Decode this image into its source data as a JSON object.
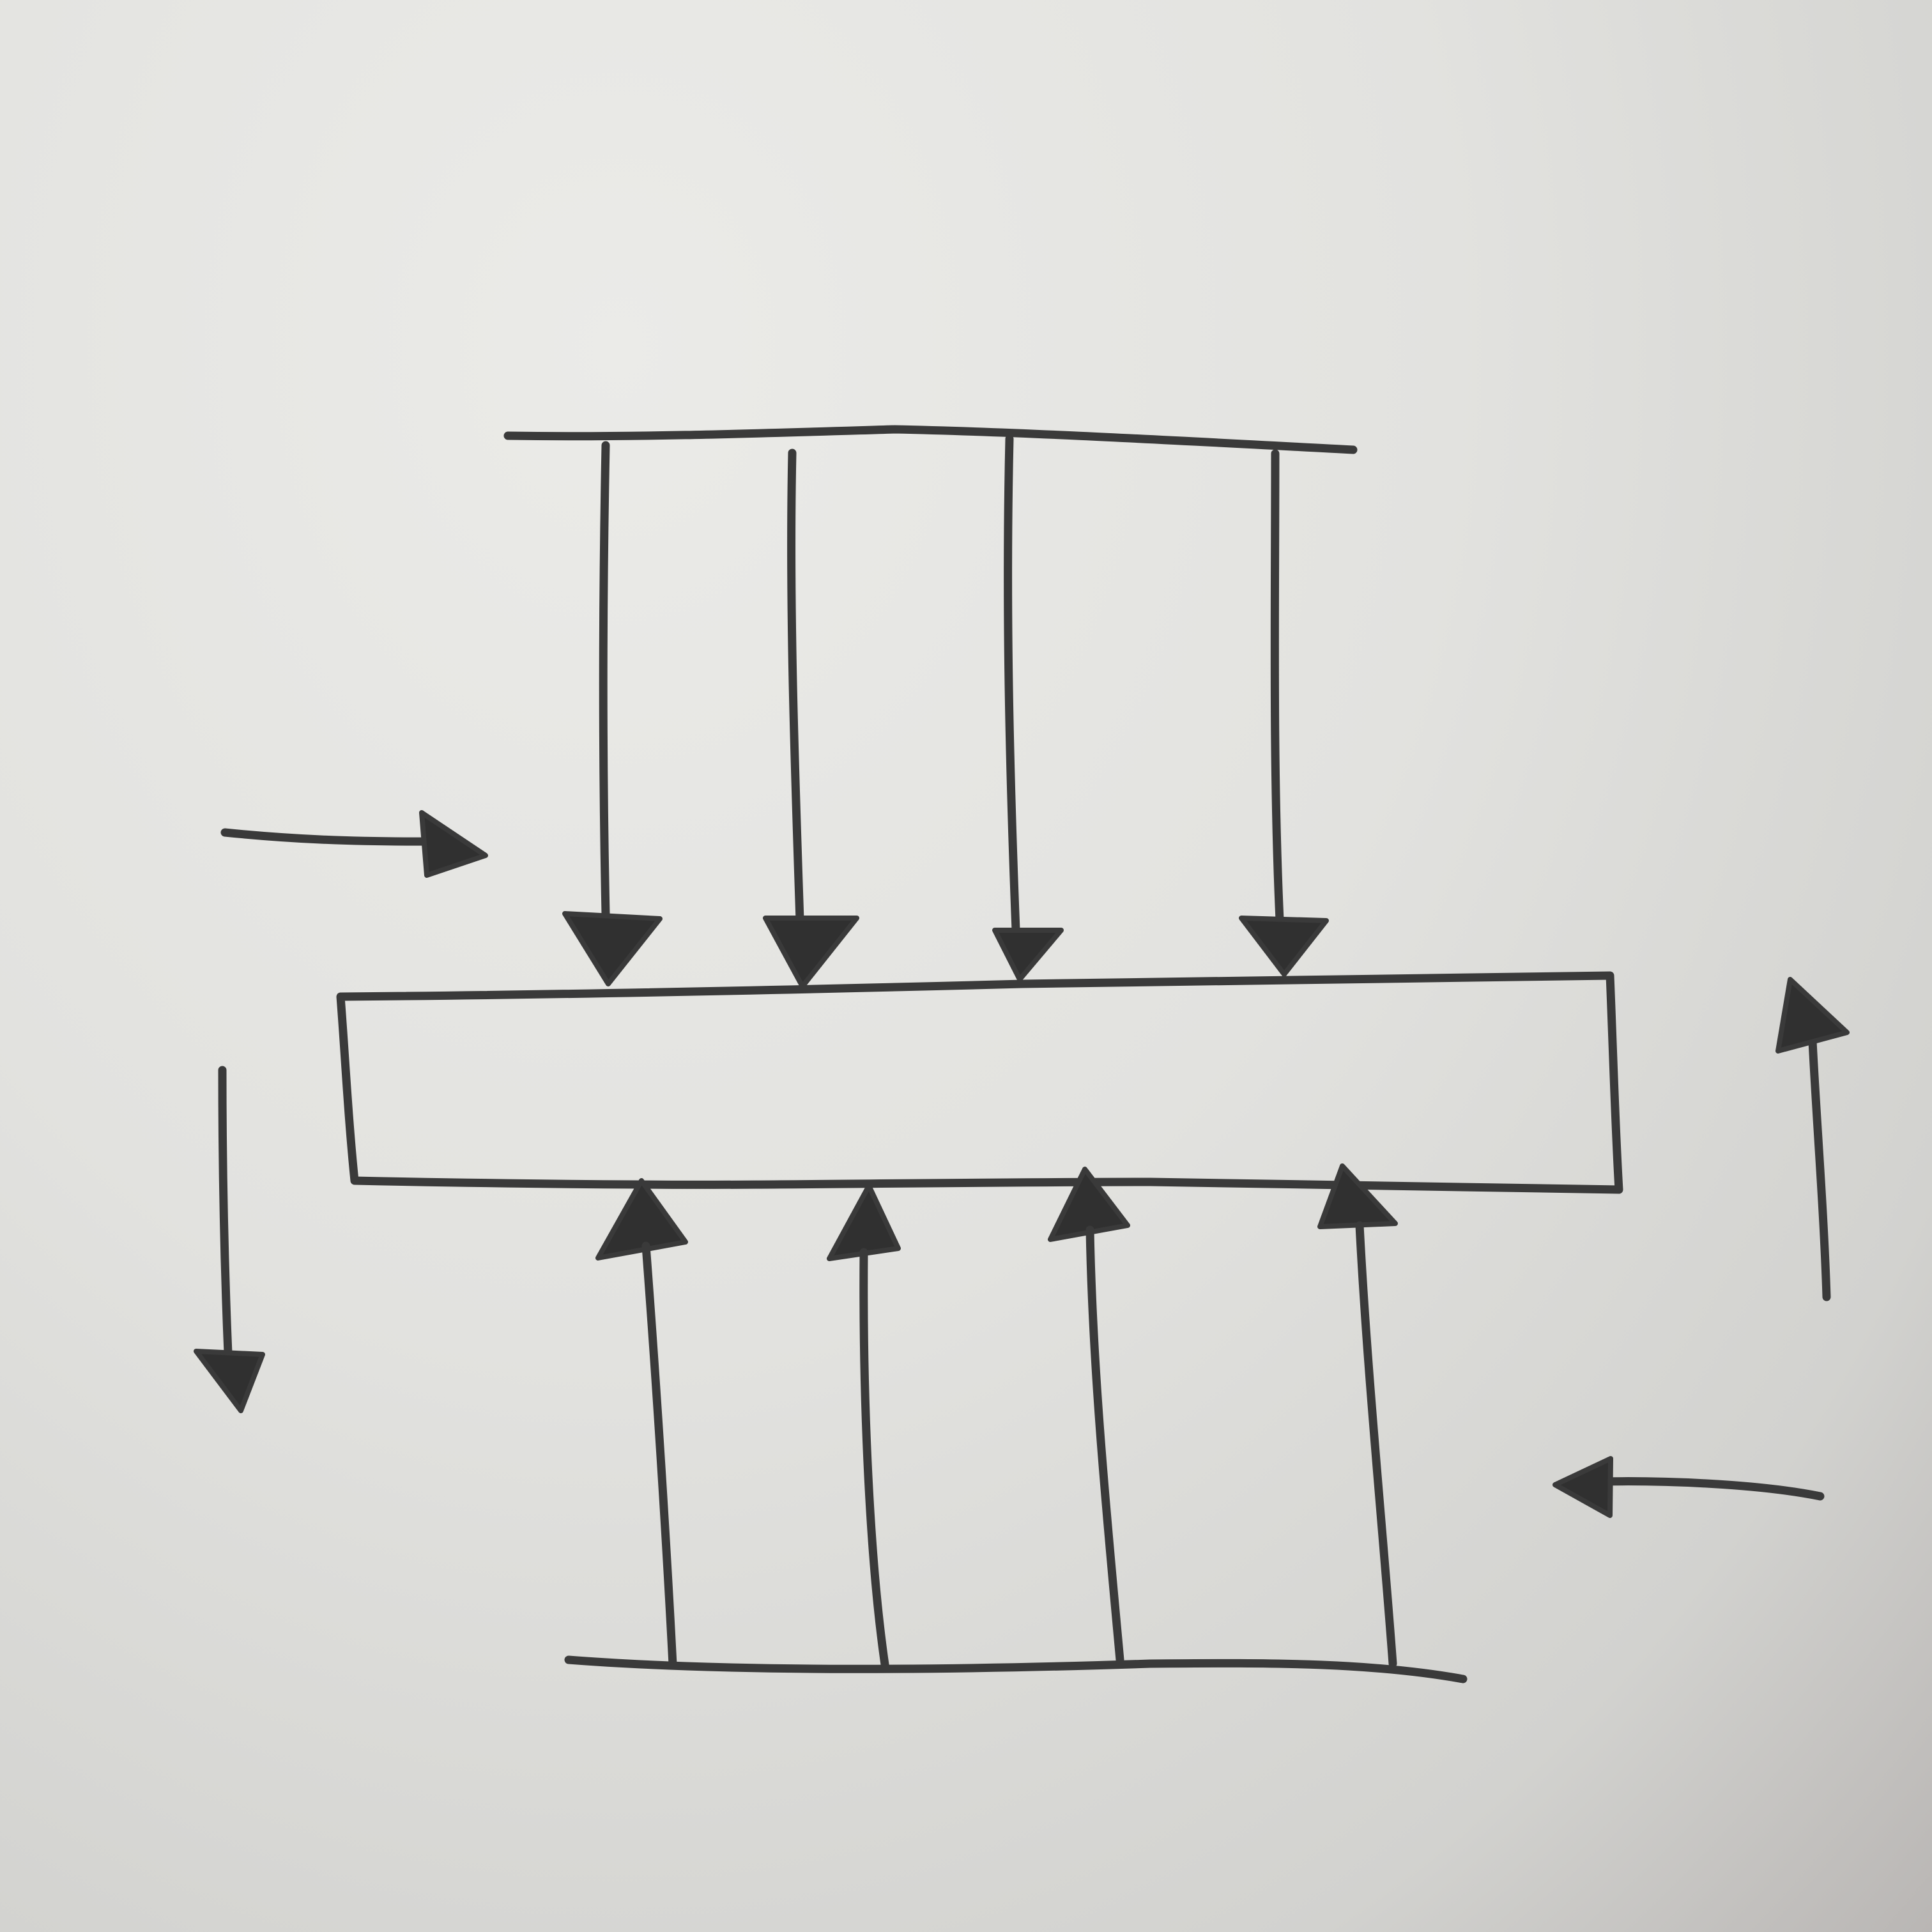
{
  "figure": {
    "ink_color": "#3a3a3a",
    "paper_color": "#e2e2df"
  },
  "load_arrows": {
    "top_count": 4,
    "top_direction": "down",
    "bottom_count": 4,
    "bottom_direction": "up"
  },
  "shear_arrows": {
    "upper_left": "right",
    "lower_left": "down",
    "upper_right": "up",
    "lower_right": "left"
  }
}
